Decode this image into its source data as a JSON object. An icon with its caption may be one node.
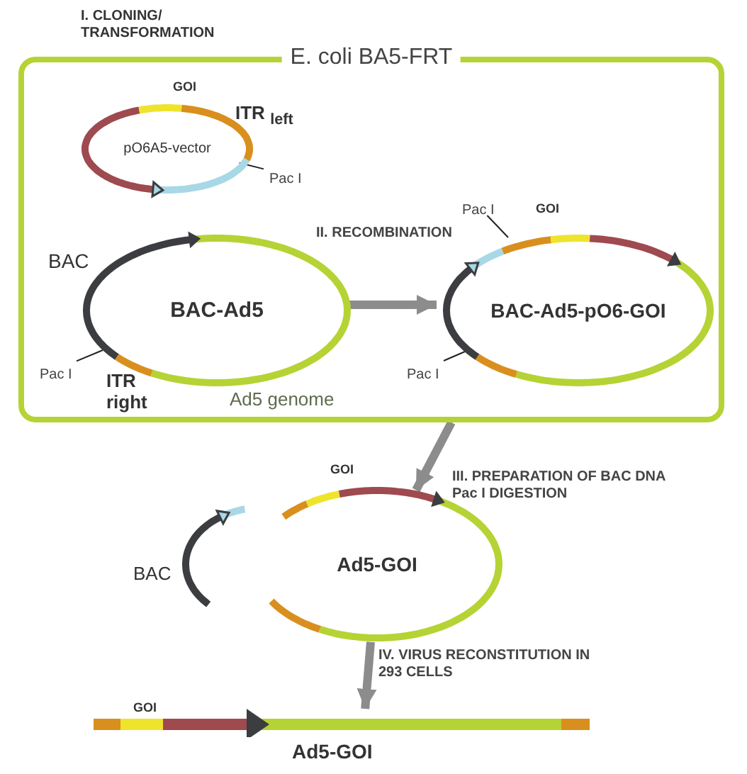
{
  "diagram": {
    "nodes": [
      {
        "text": [
          "E. coli BA5-FRT"
        ]
      },
      {
        "text": [
          "pO6A5-vector"
        ],
        "in": 0
      },
      {
        "text": [
          "Pac I"
        ],
        "in": 0
      },
      {
        "text": [
          "BAC-Ad5"
        ],
        "in": 0,
        "beside": [
          "Ad5 genome"
        ]
      },
      {
        "text": [
          "Pac I"
        ],
        "in": 0
      },
      {
        "text": [
          "BAC-Ad5-pO6-GOI"
        ],
        "in": 0
      },
      {
        "text": [
          "Pac I"
        ],
        "in": 0
      },
      {
        "text": [
          "Pac I"
        ],
        "in": 0
      },
      {
        "text": [
          "Ad5-GOI"
        ]
      },
      {
        "text": [
          "Ad5-GOI"
        ]
      }
    ],
    "edges": [
      {
        "from": 2,
        "to": 1,
        "arrow": "none"
      },
      {
        "from": 4,
        "to": 3,
        "arrow": "none"
      },
      {
        "from": 3,
        "to": 5,
        "arrow": "to",
        "label": "II. RECOMBINATION",
        "style": "thick",
        "color": "#8c8c8c"
      },
      {
        "from": 6,
        "to": 5,
        "arrow": "none"
      },
      {
        "from": 7,
        "to": 5,
        "arrow": "none"
      },
      {
        "from": 0,
        "to": 8,
        "arrow": "to",
        "label": "III. PREPARATION OF BAC DNA Pac I DIGESTION",
        "style": "thick",
        "color": "#8c8c8c"
      },
      {
        "from": 8,
        "to": 9,
        "arrow": "to",
        "label": "IV. VIRUS RECONSTITUTION IN 293 CELLS",
        "style": "thick",
        "color": "#8c8c8c"
      }
    ],
    "labels": [
      "I. CLONING/ TRANSFORMATION",
      "GOI",
      "ITR $_{left}$",
      "GOI",
      "BAC",
      "ITR right",
      "GOI",
      "BAC",
      "GOI"
    ]
  }
}
